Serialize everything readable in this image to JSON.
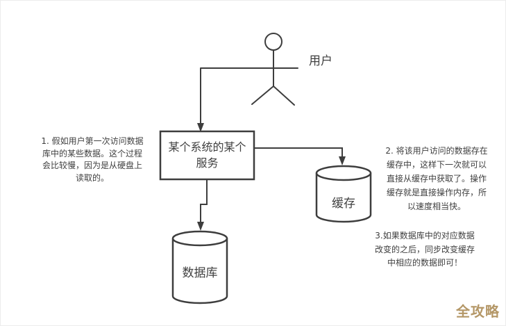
{
  "diagram": {
    "user": {
      "label": "用户"
    },
    "service_box": {
      "label": "某个系统的某个\n服务"
    },
    "cache": {
      "label": "缓存"
    },
    "database": {
      "label": "数据库"
    },
    "annotations": {
      "step1": "1. 假如用户第一次访问数据\n库中的某些数据。这个过程\n会比较慢，因为是从硬盘上\n读取的。",
      "step2": "2. 将该用户访问的数据存在\n缓存中，这样下一次就可以\n直接从缓存中获取了。操作\n缓存就是直接操作内存，所\n以速度相当快。",
      "step3": "3.如果数据库中的对应数据\n改变的之后，同步改变缓存\n中相应的数据即可！"
    },
    "watermark": "全攻略",
    "colors": {
      "stroke": "#3d3d3d",
      "text": "#404040",
      "watermark": "#b49767",
      "background": "#ffffff"
    }
  }
}
